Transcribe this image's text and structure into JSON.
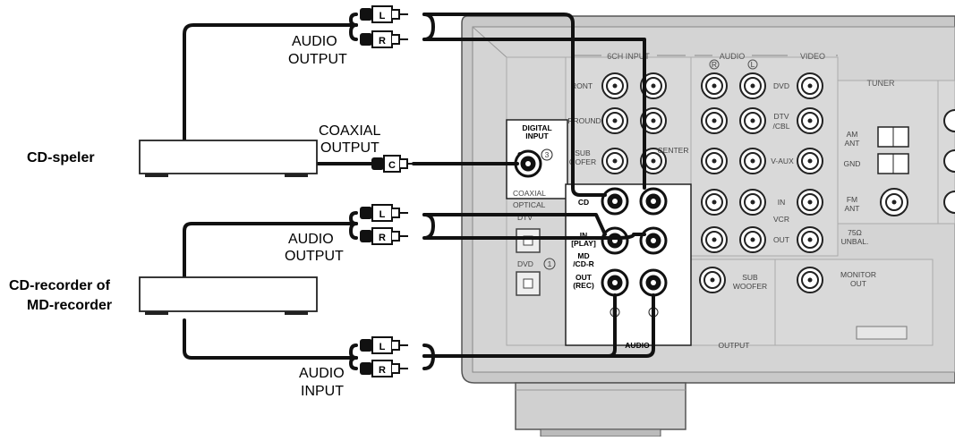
{
  "devices": {
    "cd_player": {
      "label": "CD-speler"
    },
    "recorder": {
      "label_line1": "CD-recorder of",
      "label_line2": "MD-recorder"
    }
  },
  "cable_labels": {
    "cd_audio_out": {
      "line1": "AUDIO",
      "line2": "OUTPUT"
    },
    "coaxial_out": {
      "line1": "COAXIAL",
      "line2": "OUTPUT"
    },
    "rec_audio_out": {
      "line1": "AUDIO",
      "line2": "OUTPUT"
    },
    "rec_audio_in": {
      "line1": "AUDIO",
      "line2": "INPUT"
    }
  },
  "plugs": {
    "left": "L",
    "right": "R",
    "coax": "C"
  },
  "panel": {
    "six_ch_input": "6CH INPUT",
    "audio_header": "AUDIO",
    "video_header": "VIDEO",
    "ch_r": "R",
    "ch_l": "L",
    "front": "RONT",
    "surround": "RROUND",
    "sub": "SUB",
    "woofer": "OOFER",
    "center": "CENTER",
    "dvd": "DVD",
    "dtv": "DTV",
    "cbl": "/CBL",
    "vaux": "V-AUX",
    "in": "IN",
    "vcr": "VCR",
    "out": "OUT",
    "tuner": "TUNER",
    "am": "AM",
    "ant": "ANT",
    "gnd": "GND",
    "fm": "FM",
    "ohm": "75Ω",
    "unbal": "UNBAL.",
    "digital": "DIGITAL",
    "input": "INPUT",
    "cd": "CD",
    "circ3": "3",
    "coaxial": "COAXIAL",
    "optical": "OPTICAL",
    "opt_dtv": "DTV",
    "opt_dvd": "DVD",
    "circ1": "1",
    "md_cd": "CD",
    "md_in": "IN",
    "md_play": "[PLAY]",
    "md": "MD",
    "cdr": "/CD-R",
    "md_out": "OUT",
    "md_rec": "(REC)",
    "md_r": "R",
    "md_l": "L",
    "audio_group": "AUDIO",
    "sub_woofer_1": "SUB",
    "sub_woofer_2": "WOOFER",
    "output": "OUTPUT",
    "monitor": "MONITOR",
    "monitor_out": "OUT"
  }
}
